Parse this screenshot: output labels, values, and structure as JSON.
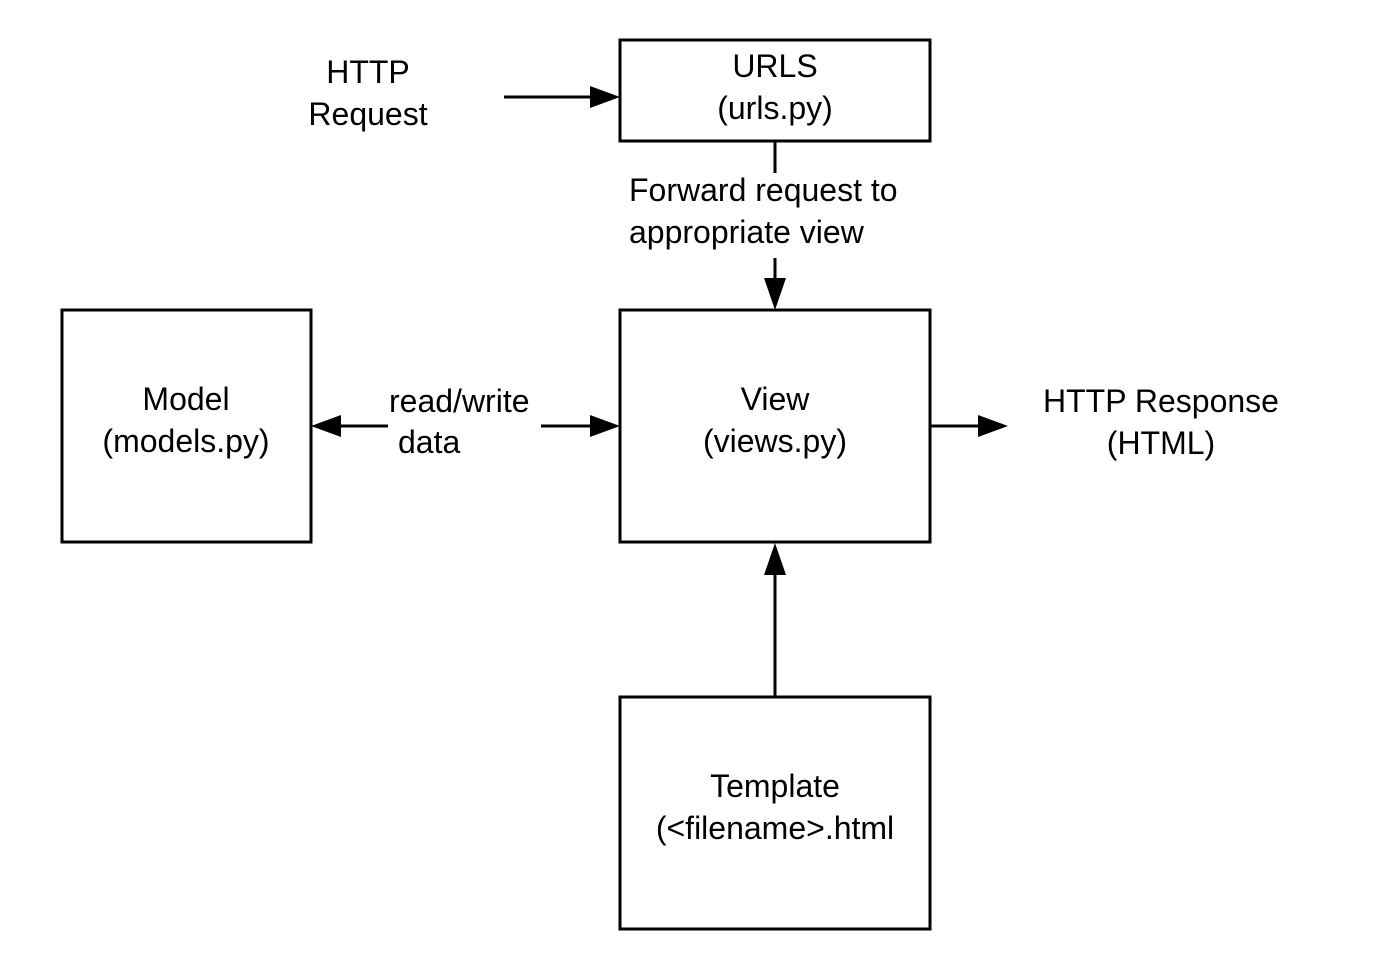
{
  "nodes": {
    "urls": {
      "line1": "URLS",
      "line2": "(urls.py)"
    },
    "view": {
      "line1": "View",
      "line2": "(views.py)"
    },
    "model": {
      "line1": "Model",
      "line2": "(models.py)"
    },
    "template": {
      "line1": "Template",
      "line2": "(<filename>.html"
    }
  },
  "labels": {
    "http_request": {
      "line1": "HTTP",
      "line2": "Request"
    },
    "forward": {
      "line1": "Forward request to",
      "line2": "appropriate view"
    },
    "read_write": {
      "line1": "read/write",
      "line2": "data"
    },
    "http_response": {
      "line1": "HTTP Response",
      "line2": "(HTML)"
    }
  }
}
